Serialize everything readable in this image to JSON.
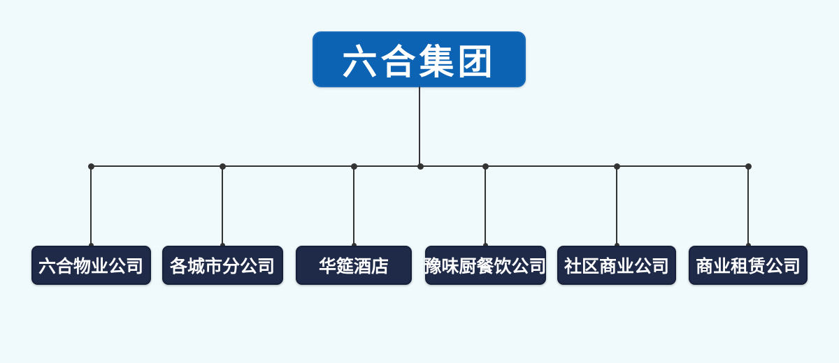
{
  "diagram": {
    "type": "org-chart",
    "root": {
      "label": "六合集团"
    },
    "children": [
      {
        "label": "六合物业公司"
      },
      {
        "label": "各城市分公司"
      },
      {
        "label": "华筵酒店"
      },
      {
        "label": "豫味厨餐饮公司"
      },
      {
        "label": "社区商业公司"
      },
      {
        "label": "商业租赁公司"
      }
    ],
    "colors": {
      "background": "#F0FAFC",
      "root_node_fill": "#0D63B3",
      "child_node_fill": "#1F2A48",
      "text": "#FFFFFF",
      "connector": "#333333"
    }
  }
}
